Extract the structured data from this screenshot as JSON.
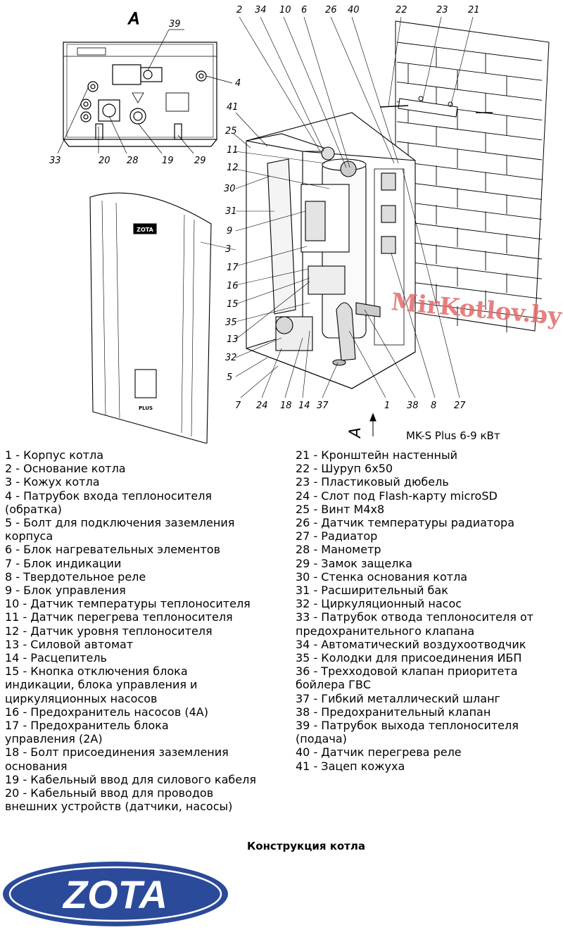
{
  "view_label": "A",
  "view_arrow_label": "A",
  "model_title": "MK-S Plus 6-9 кВт",
  "watermark": "MirKotlov.by",
  "cover_brand": "ZOTA",
  "cover_badge": "PLUS",
  "caption": "Конструкция котла",
  "logo_text": "ZOTA",
  "colors": {
    "logo_blue": "#2b4a9a",
    "watermark": "#e36a6a"
  },
  "callouts": {
    "inset": [
      "39",
      "4",
      "33",
      "20",
      "28",
      "19",
      "29"
    ],
    "top": [
      "2",
      "34",
      "10",
      "6",
      "26",
      "40",
      "22",
      "23",
      "21"
    ],
    "left": [
      "41",
      "25",
      "11",
      "12",
      "30",
      "31",
      "9",
      "3",
      "17",
      "16",
      "15",
      "35",
      "13",
      "32",
      "5"
    ],
    "bottom": [
      "7",
      "24",
      "18",
      "14",
      "37",
      "1",
      "38",
      "8",
      "27"
    ]
  },
  "legend_left": [
    "1 - Корпус котла",
    "2 - Основание котла",
    "3 - Кожух котла",
    "4 - Патрубок входа теплоносителя",
    "(обратка)",
    "5 - Болт для подключения заземления",
    "корпуса",
    "6 - Блок нагревательных элементов",
    "7 - Блок индикации",
    "8 - Твердотельное реле",
    "9 - Блок управления",
    "10 - Датчик температуры теплоносителя",
    "11 - Датчик перегрева теплоносителя",
    "12 - Датчик уровня теплоносителя",
    "13 - Силовой автомат",
    "14 - Расцепитель",
    "15 - Кнопка отключения блока",
    "индикации, блока управления и",
    "циркуляционных насосов",
    "16 - Предохранитель насосов (4А)",
    "17 - Предохранитель блока",
    "управления (2А)",
    "18 - Болт присоединения заземления",
    "основания",
    "19 - Кабельный ввод для силового кабеля",
    "20 - Кабельный ввод для проводов",
    "внешних устройств (датчики, насосы)"
  ],
  "legend_right": [
    "21 - Кронштейн настенный",
    "22 - Шуруп 6х50",
    "23 - Пластиковый дюбель",
    "24 - Слот под Flash-карту microSD",
    "25 - Винт М4х8",
    "26 - Датчик температуры радиатора",
    "27 - Радиатор",
    "28 - Манометр",
    "29 - Замок защелка",
    "30 - Стенка основания котла",
    "31 - Расширительный бак",
    "32 - Циркуляционный насос",
    "33 - Патрубок отвода теплоносителя от",
    "предохранительного клапана",
    "34 - Автоматический воздухоотводчик",
    "35 - Колодки для присоединения ИБП",
    "36 - Трехходовой клапан приоритета",
    "бойлера ГВС",
    "37 - Гибкий металлический шланг",
    "38 - Предохранительный клапан",
    "39 - Патрубок выхода теплоносителя",
    "(подача)",
    "40 - Датчик перегрева реле",
    "41 - Зацеп кожуха"
  ]
}
